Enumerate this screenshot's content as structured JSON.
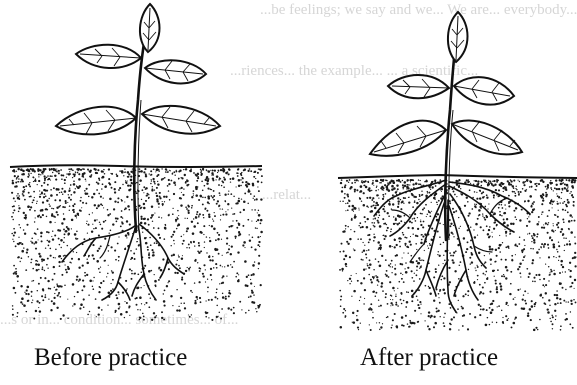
{
  "figure": {
    "left_panel": {
      "caption": "Before practice"
    },
    "right_panel": {
      "caption": "After practice"
    }
  },
  "bleed_through": {
    "line_1": "...be feelings; we say and we... We are... everybody...",
    "line_2": "...riences... the example... ... a scientific...",
    "line_3": "...relat...",
    "line_4": "...s or in... condition... sometimes... of..."
  }
}
